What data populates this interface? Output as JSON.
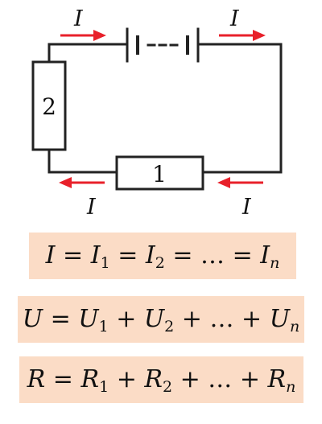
{
  "circuit": {
    "current_label": "I",
    "resistor_1_label": "1",
    "resistor_2_label": "2",
    "wire_color": "#222222",
    "arrow_color": "#e8202a"
  },
  "formulas": {
    "current": {
      "lhs": "I",
      "terms": [
        {
          "sym": "I",
          "sub": "1"
        },
        {
          "sym": "I",
          "sub": "2"
        },
        {
          "sym": "…",
          "sub": ""
        },
        {
          "sym": "I",
          "sub": "n"
        }
      ],
      "op": "="
    },
    "voltage": {
      "lhs": "U",
      "terms": [
        {
          "sym": "U",
          "sub": "1"
        },
        {
          "sym": "U",
          "sub": "2"
        },
        {
          "sym": "…",
          "sub": ""
        },
        {
          "sym": "U",
          "sub": "n"
        }
      ],
      "op": "+"
    },
    "resistance": {
      "lhs": "R",
      "terms": [
        {
          "sym": "R",
          "sub": "1"
        },
        {
          "sym": "R",
          "sub": "2"
        },
        {
          "sym": "…",
          "sub": ""
        },
        {
          "sym": "R",
          "sub": "n"
        }
      ],
      "op": "+"
    },
    "box_color": "#fbdcc6"
  }
}
